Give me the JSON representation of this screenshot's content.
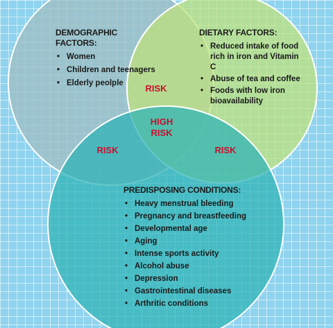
{
  "demographic": {
    "title": "DEMOGRAPHIC FACTORS:",
    "items": [
      "Women",
      "Children and teenagers",
      "Elderly peolple"
    ]
  },
  "dietary": {
    "title": "DIETARY FACTORS:",
    "items": [
      "Reduced intake of food rich in iron and Vitamin C",
      "Abuse of tea and coffee",
      "Foods with low iron bioavailability"
    ]
  },
  "predisposing": {
    "title": "PREDISPOSING CONDITIONS:",
    "items": [
      "Heavy  menstrual bleeding",
      "Pregnancy and breastfeeding",
      "Developmental age",
      "Aging",
      "Intense sports activity",
      "Alcohol abuse",
      "Depression",
      "Gastrointestinal diseases",
      "Arthritic conditions"
    ]
  },
  "overlaps": {
    "top": "RISK",
    "left": "RISK",
    "right": "RISK",
    "center_line1": "HIGH",
    "center_line2": "RISK"
  },
  "colors": {
    "background": "#8fd3ee",
    "grid": "#ffffff",
    "demographic_circle": "#9fbfc4",
    "dietary_circle": "#bfe27a",
    "predisposing_circle": "#2cb3b6",
    "risk_text": "#c8102e"
  }
}
